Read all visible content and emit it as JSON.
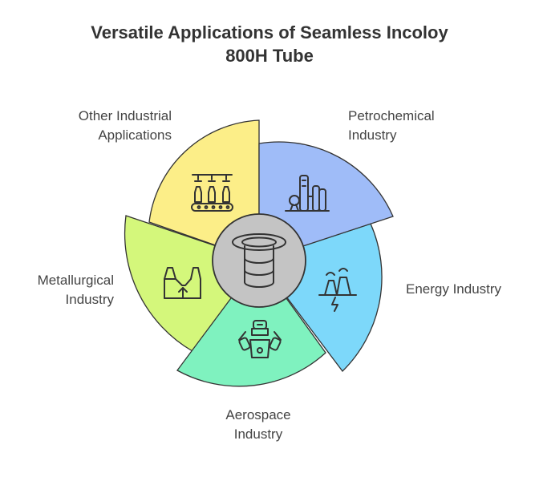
{
  "title": {
    "line1": "Versatile Applications of Seamless Incoloy",
    "line2": "800H Tube"
  },
  "segments": [
    {
      "id": "petrochemical",
      "line1": "Petrochemical",
      "line2": "Industry",
      "color": "#9fbcf8",
      "icon": "refinery-icon"
    },
    {
      "id": "energy",
      "line1": "Energy Industry",
      "line2": "",
      "color": "#7dd8fa",
      "icon": "power-plant-icon"
    },
    {
      "id": "aerospace",
      "line1": "Aerospace",
      "line2": "Industry",
      "color": "#7ff2bf",
      "icon": "rocket-engine-icon"
    },
    {
      "id": "metallurgical",
      "line1": "Metallurgical",
      "line2": "Industry",
      "color": "#d4f77b",
      "icon": "factory-icon"
    },
    {
      "id": "other",
      "line1": "Other Industrial",
      "line2": "Applications",
      "color": "#fcee88",
      "icon": "conveyor-bottling-icon"
    }
  ],
  "center": {
    "icon": "tube-icon",
    "color": "#c4c4c4"
  }
}
